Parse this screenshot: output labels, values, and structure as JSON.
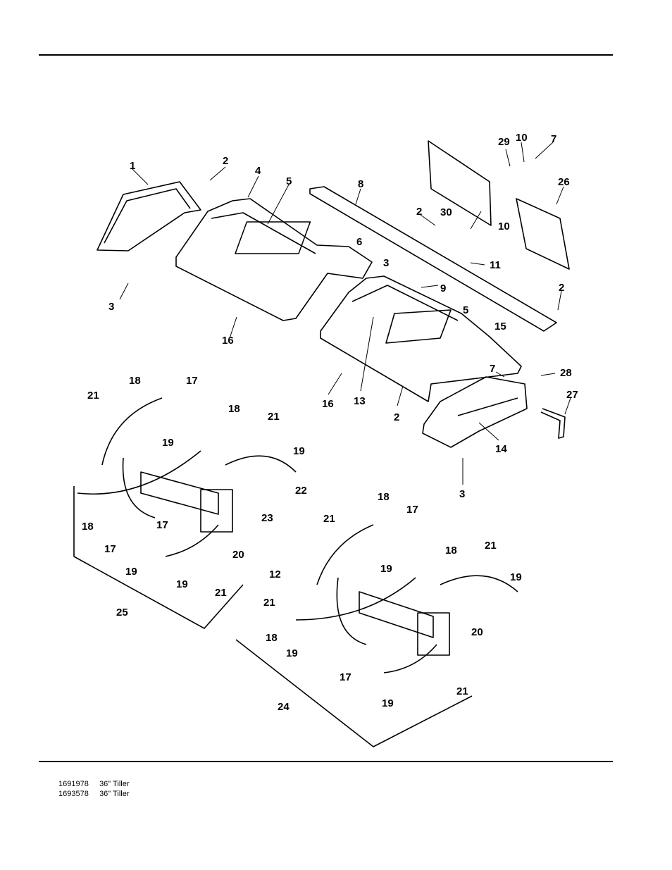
{
  "callouts": [
    "1",
    "2",
    "3",
    "4",
    "5",
    "6",
    "7",
    "8",
    "9",
    "10",
    "11",
    "12",
    "13",
    "14",
    "15",
    "16",
    "17",
    "18",
    "19",
    "20",
    "21",
    "22",
    "23",
    "24",
    "25",
    "26",
    "27",
    "28",
    "29",
    "30"
  ],
  "footer": {
    "lines": [
      {
        "code": "1691978",
        "desc": "36\" Tiller"
      },
      {
        "code": "1693578",
        "desc": "36\" Tiller"
      }
    ]
  }
}
